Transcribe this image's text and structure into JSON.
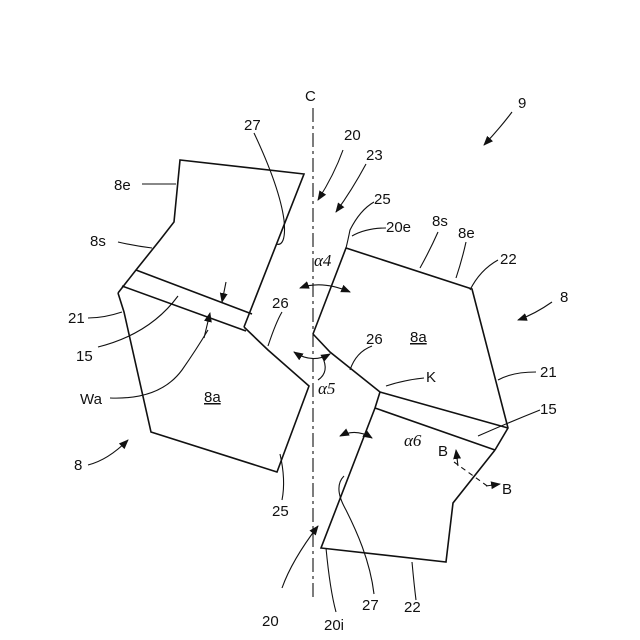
{
  "figure": {
    "labels": {
      "C": "C",
      "n9": "9",
      "n20_top": "20",
      "n23": "23",
      "n27_top": "27",
      "n8e_left": "8e",
      "n8s_left": "8s",
      "n21_left": "21",
      "n15_left": "15",
      "Wa": "Wa",
      "n26_left": "26",
      "n8a_left": "8a",
      "n8_left": "8",
      "n25_bottom": "25",
      "n25_top": "25",
      "n20e": "20e",
      "n8s_right": "8s",
      "n8e_right": "8e",
      "n22_top": "22",
      "n8_right": "8",
      "alpha4": "α4",
      "n26_right": "26",
      "n8a_right": "8a",
      "K": "K",
      "alpha5": "α5",
      "n21_right": "21",
      "n15_right": "15",
      "alpha6": "α6",
      "B1": "B",
      "B2": "B",
      "n20_bottom": "20",
      "n20i": "20i",
      "n27_bottom": "27",
      "n22_bottom": "22"
    }
  }
}
